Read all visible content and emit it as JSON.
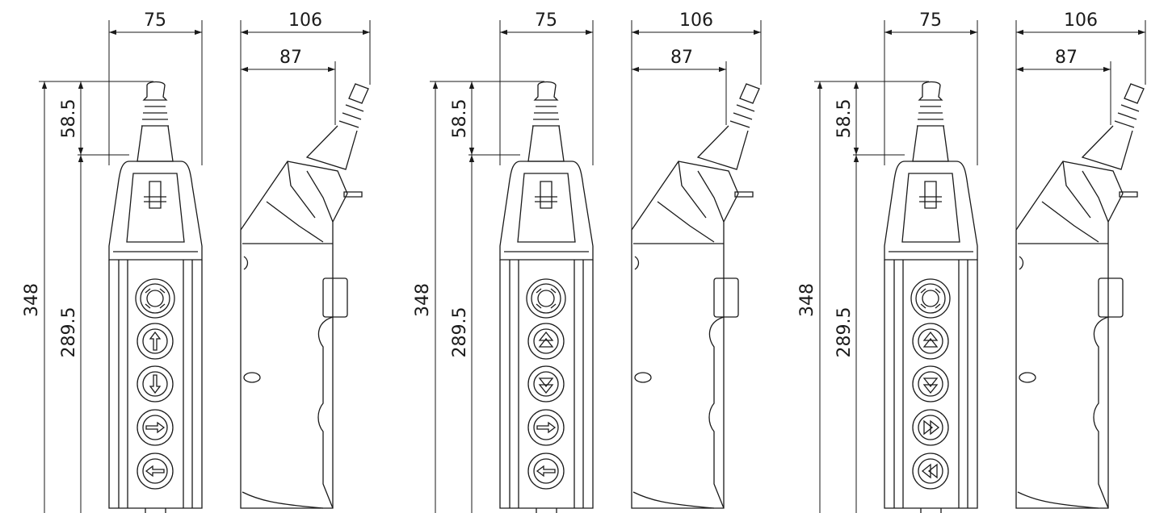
{
  "drawing": {
    "stroke_color": "#1a1a1a",
    "background": "#ffffff"
  },
  "variants": [
    {
      "id": "variant-1",
      "dims": {
        "width_top": "75",
        "depth_total": "106",
        "depth_body": "87",
        "height_total": "348",
        "height_top": "58.5",
        "height_body": "289.5"
      },
      "buttons": [
        "emergency-stop-icon",
        "arrow-up-icon",
        "arrow-down-icon",
        "arrow-right-icon",
        "arrow-left-icon"
      ]
    },
    {
      "id": "variant-2",
      "dims": {
        "width_top": "75",
        "depth_total": "106",
        "depth_body": "87",
        "height_total": "348",
        "height_top": "58.5",
        "height_body": "289.5"
      },
      "buttons": [
        "emergency-stop-icon",
        "double-up-icon",
        "double-down-icon",
        "arrow-right-icon",
        "arrow-left-icon"
      ]
    },
    {
      "id": "variant-3",
      "dims": {
        "width_top": "75",
        "depth_total": "106",
        "depth_body": "87",
        "height_total": "348",
        "height_top": "58.5",
        "height_body": "289.5"
      },
      "buttons": [
        "emergency-stop-icon",
        "double-up-icon",
        "double-down-icon",
        "double-right-icon",
        "double-left-icon"
      ]
    }
  ]
}
